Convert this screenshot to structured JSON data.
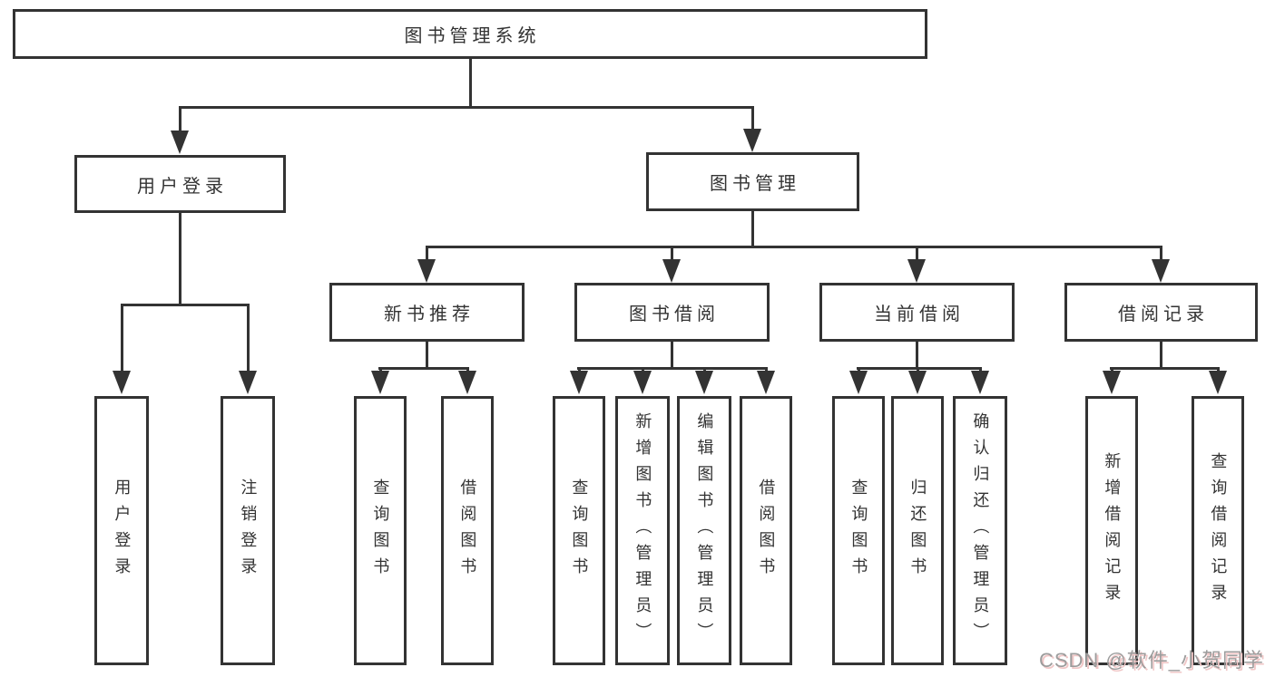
{
  "diagram_type": "hierarchy-tree",
  "tree": {
    "root": {
      "label": "图书管理系统"
    },
    "branches": [
      {
        "label": "用户登录",
        "children": [
          {
            "label": "用户登录"
          },
          {
            "label": "注销登录"
          }
        ]
      },
      {
        "label": "图书管理",
        "children": [
          {
            "label": "新书推荐",
            "children": [
              {
                "label": "查询图书"
              },
              {
                "label": "借阅图书"
              }
            ]
          },
          {
            "label": "图书借阅",
            "children": [
              {
                "label": "查询图书"
              },
              {
                "label": "新增图书（管理员）"
              },
              {
                "label": "编辑图书（管理员）"
              },
              {
                "label": "借阅图书"
              }
            ]
          },
          {
            "label": "当前借阅",
            "children": [
              {
                "label": "查询图书"
              },
              {
                "label": "归还图书"
              },
              {
                "label": "确认归还（管理员）"
              }
            ]
          },
          {
            "label": "借阅记录",
            "children": [
              {
                "label": "新增借阅记录"
              },
              {
                "label": "查询借阅记录"
              }
            ]
          }
        ]
      }
    ]
  },
  "watermark": {
    "text": "CSDN @软件_小贺同学"
  },
  "colors": {
    "line": "#333333",
    "box_fill": "#ffffff",
    "text": "#333333",
    "watermark_gray": "#9c9c9c",
    "watermark_pink": "#f0c6c6",
    "background": "#ffffff"
  }
}
